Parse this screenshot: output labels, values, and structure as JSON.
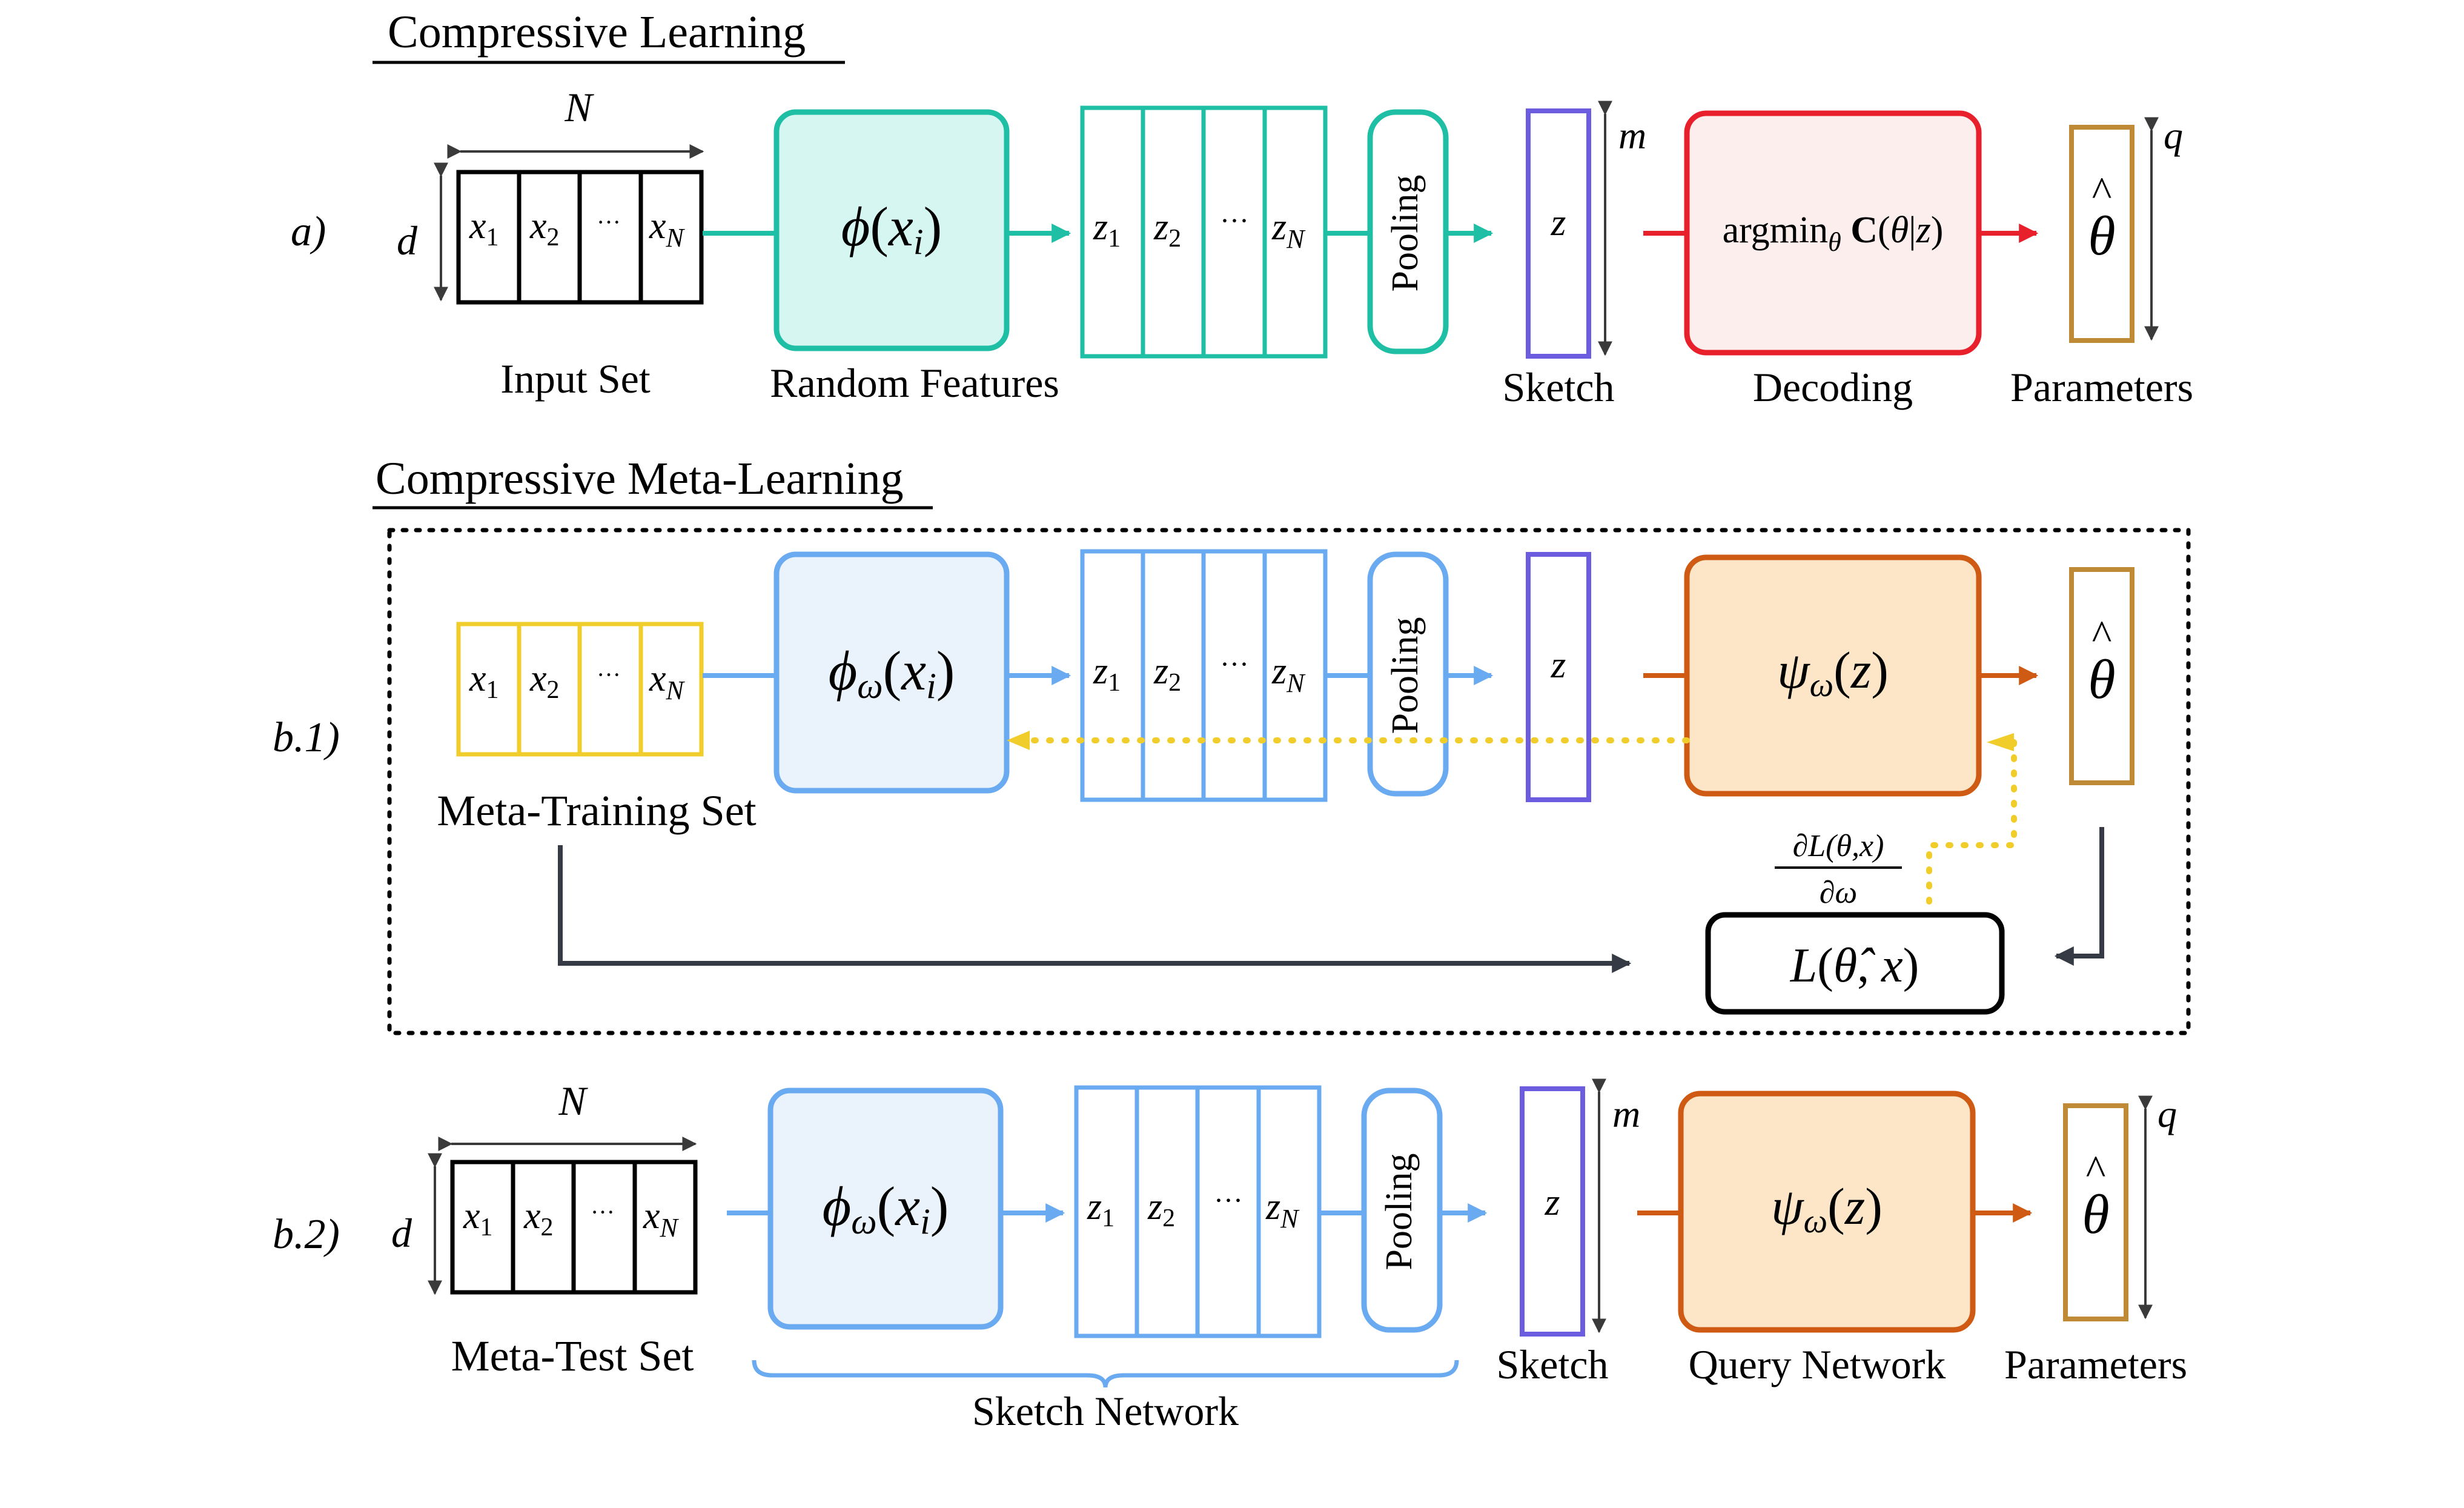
{
  "sections": {
    "a_title": "Compressive Learning",
    "b_title": "Compressive Meta-Learning"
  },
  "row_labels": {
    "a": "a)",
    "b1": "b.1)",
    "b2": "b.2)"
  },
  "dims": {
    "N": "N",
    "d": "d",
    "m": "m",
    "q": "q"
  },
  "set_cells": [
    "x1",
    "x2",
    "...",
    "xN"
  ],
  "feature_cells": [
    "z1",
    "z2",
    "...",
    "zN"
  ],
  "row_a": {
    "input_label": "Input Set",
    "phi": "ϕ(xi)",
    "phi_label": "Random Features",
    "pooling": "Pooling",
    "sketch_var": "z",
    "sketch_label": "Sketch",
    "decoder": "argminθ C(θ|z)",
    "decoder_label": "Decoding",
    "theta": "θ̂",
    "params_label": "Parameters"
  },
  "row_b1": {
    "input_label": "Meta-Training Set",
    "phi": "ϕω(xi)",
    "pooling": "Pooling",
    "sketch_var": "z",
    "psi": "ψω(z)",
    "theta": "θ̂",
    "gradient_num": "∂L(θ,x)",
    "gradient_den": "∂ω",
    "loss": "L(θ̂, x)"
  },
  "row_b2": {
    "input_label": "Meta-Test Set",
    "phi": "ϕω(xi)",
    "pooling": "Pooling",
    "sketch_var": "z",
    "sketch_label": "Sketch",
    "sketch_network_label": "Sketch Network",
    "psi": "ψω(z)",
    "query_label": "Query Network",
    "theta": "θ̂",
    "params_label": "Parameters"
  },
  "colors": {
    "teal": "#1fbfa6",
    "teal_fill": "#d6f6f1",
    "red": "#e8202b",
    "red_fill": "#fdeeee",
    "gold": "#bf8a36",
    "purple": "#6b5ce0",
    "blue": "#6aaaf0",
    "blue_fill": "#eaf2fc",
    "orange": "#cf5a13",
    "orange_fill": "#fde6c7",
    "yellow": "#f0cd2a",
    "dark": "#353a45",
    "black": "#000000"
  }
}
